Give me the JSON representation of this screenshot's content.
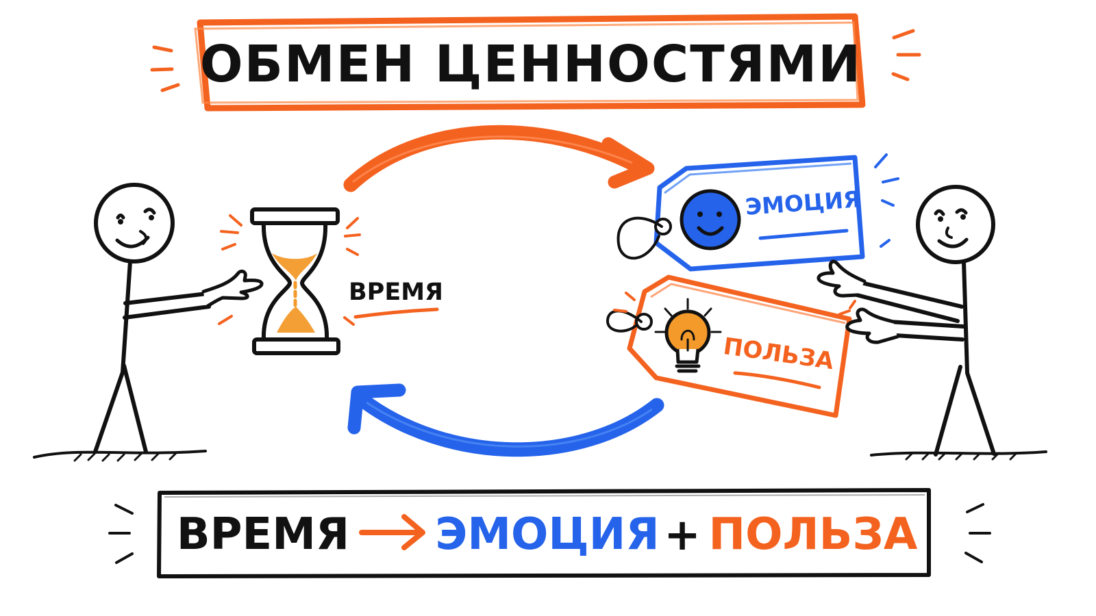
{
  "title": "ОБМЕН ЦЕННОСТЯМИ",
  "labels": {
    "time": "ВРЕМЯ",
    "emotion": "ЭМОЦИЯ",
    "benefit": "ПОЛЬЗА"
  },
  "formula": {
    "left": "ВРЕМЯ",
    "middle": "ЭМОЦИЯ",
    "operator": "+",
    "right": "ПОЛЬЗА"
  },
  "colors": {
    "ink": "#111111",
    "orange": "#f4621f",
    "blue": "#2563eb",
    "sand": "#f39a2b",
    "background": "#ffffff"
  },
  "icons": {
    "time": "hourglass-icon",
    "emotion": "smiley-icon",
    "benefit": "lightbulb-icon",
    "exchange_forward": "arrow-right-icon",
    "exchange_back": "arrow-left-icon"
  }
}
